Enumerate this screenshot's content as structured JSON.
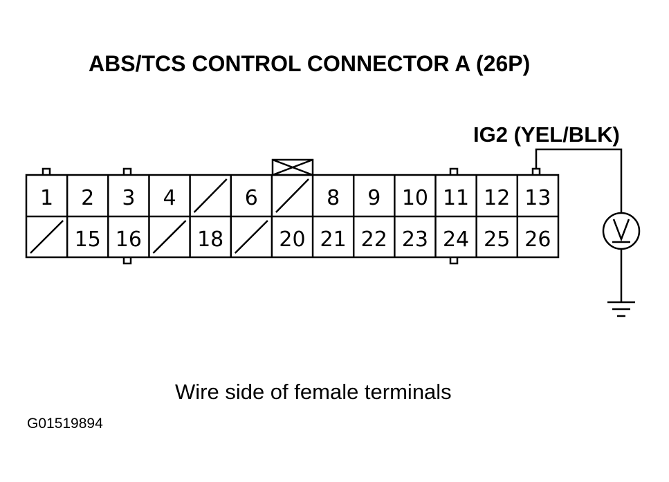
{
  "title": "ABS/TCS CONTROL CONNECTOR A (26P)",
  "wire_label": "IG2 (YEL/BLK)",
  "caption": "Wire side of female terminals",
  "figure_id": "G01519894",
  "connector": {
    "top_row": [
      "1",
      "2",
      "3",
      "4",
      "",
      "6",
      "",
      "8",
      "9",
      "10",
      "11",
      "12",
      "13"
    ],
    "bottom_row": [
      "",
      "15",
      "16",
      "",
      "18",
      "",
      "20",
      "21",
      "22",
      "23",
      "24",
      "25",
      "26"
    ],
    "unused_terminals": [
      "5",
      "7",
      "14",
      "17",
      "19"
    ]
  },
  "meter_symbol": "V",
  "icons": {
    "voltmeter": "voltmeter-icon",
    "ground": "ground-icon"
  }
}
